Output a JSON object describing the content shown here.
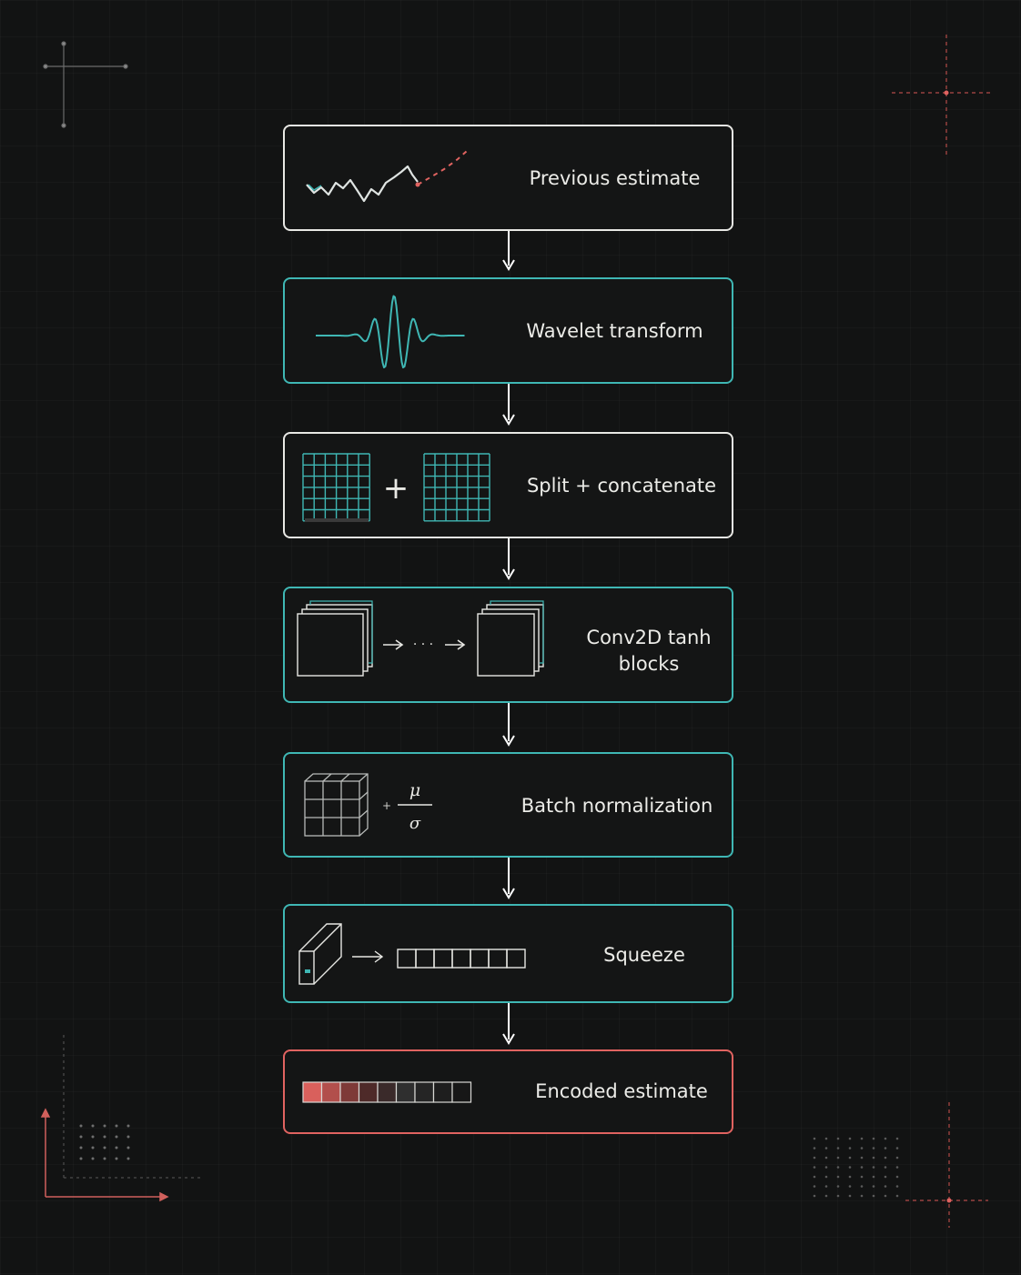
{
  "steps": [
    {
      "id": "previous-estimate",
      "label": "Previous estimate"
    },
    {
      "id": "wavelet-transform",
      "label": "Wavelet transform"
    },
    {
      "id": "split-concatenate",
      "label": "Split + concatenate"
    },
    {
      "id": "conv2d-tanh-blocks",
      "label": "Conv2D tanh\nblocks"
    },
    {
      "id": "batch-normalization",
      "label": "Batch normalization"
    },
    {
      "id": "squeeze",
      "label": "Squeeze"
    },
    {
      "id": "encoded-estimate",
      "label": "Encoded estimate"
    }
  ],
  "symbols": {
    "plus": "+",
    "ellipsis": "· · ·",
    "mu": "μ",
    "sigma": "σ",
    "norm_plus": "+"
  },
  "colors": {
    "background": "#121313",
    "teal": "#3fb7b4",
    "white": "#e8e8e4",
    "red": "#e06360"
  },
  "icons": [
    "line-chart-icon",
    "wavelet-icon",
    "grid-matrix-icon",
    "stacked-layers-icon",
    "cube-grid-icon",
    "prism-to-vector-icon",
    "gradient-vector-icon"
  ]
}
